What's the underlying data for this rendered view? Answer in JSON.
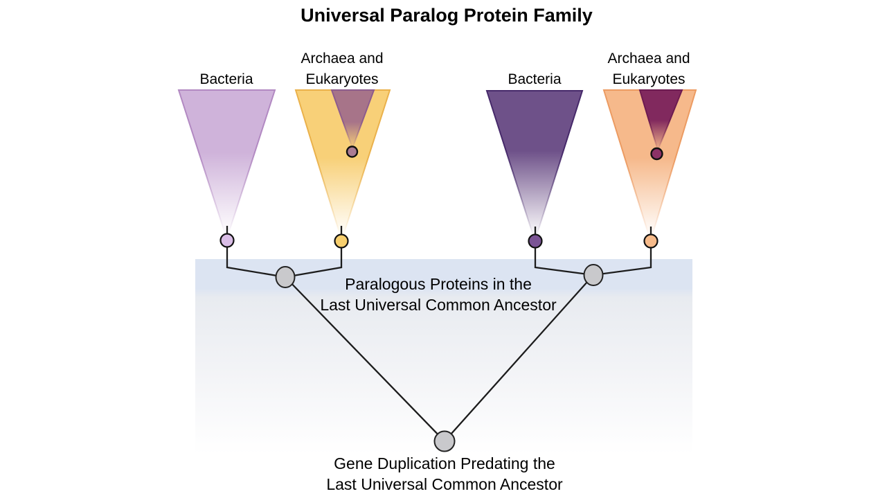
{
  "title": "Universal Paralog Protein Family",
  "clades": [
    {
      "label": "Bacteria"
    },
    {
      "label": [
        "Archaea and",
        "Eukaryotes"
      ]
    },
    {
      "label": "Bacteria"
    },
    {
      "label": [
        "Archaea and",
        "Eukaryotes"
      ]
    }
  ],
  "annotations": {
    "luca": [
      "Paralogous Proteins in the",
      "Last Universal Common Ancestor"
    ],
    "gene_duplication": [
      "Gene Duplication Predating the",
      "Last Universal Common Ancestor"
    ]
  },
  "colors": {
    "cones": {
      "bacteria1": "#cfb3da",
      "archaea_eukaryotes1": "#f8d078",
      "nested_paralog1": "#a77489",
      "bacteria2": "#6e5189",
      "archaea_eukaryotes2": "#f6b98b",
      "nested_paralog2": "#81295e"
    },
    "edges": {
      "bacteria1": "#b289c2",
      "archaea_eukaryotes1": "#eab14b",
      "nested_paralog1": "#8d5c8d",
      "bacteria2": "#46296a",
      "archaea_eukaryotes2": "#ec9b62",
      "nested_paralog2": "#6d1b50"
    },
    "tips": {
      "bacteria1": "#d9bde6",
      "archaea_eukaryotes1": "#f7cf6e",
      "bacteria2": "#7b5495",
      "archaea_eukaryotes2": "#f7bb8b",
      "nested_paralog1": "#aa7b93",
      "nested_paralog2": "#8c3267"
    },
    "ancestor_node": "#c9c9cc",
    "band_top": "#dce4f2"
  }
}
